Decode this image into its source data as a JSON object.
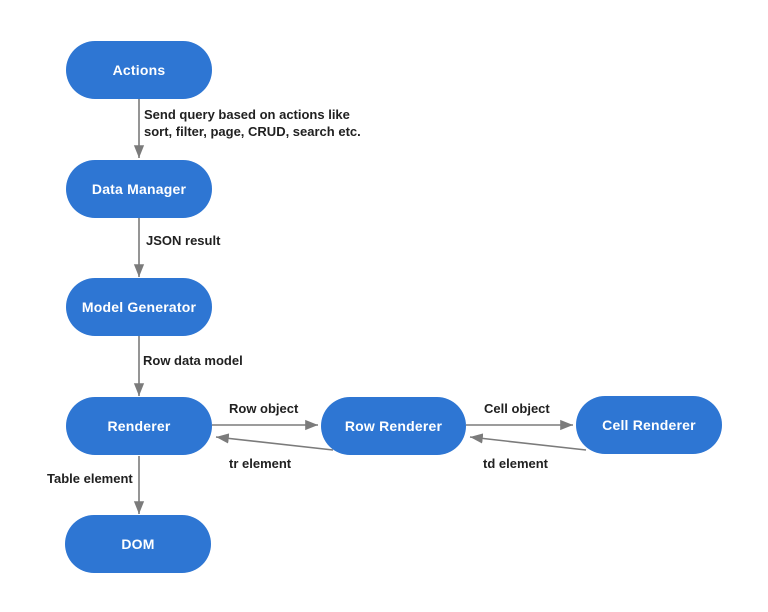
{
  "diagram": {
    "colors": {
      "node_fill": "#2e76d3",
      "node_text": "#ffffff",
      "arrow": "#7b7b7b",
      "label_text": "#212121",
      "background": "#ffffff"
    },
    "nodes": {
      "actions": {
        "label": "Actions"
      },
      "data_manager": {
        "label": "Data Manager"
      },
      "model_generator": {
        "label": "Model Generator"
      },
      "renderer": {
        "label": "Renderer"
      },
      "dom": {
        "label": "DOM"
      },
      "row_renderer": {
        "label": "Row Renderer"
      },
      "cell_renderer": {
        "label": "Cell Renderer"
      }
    },
    "edges": {
      "actions_to_data_manager": {
        "label_line1": "Send query based on actions like",
        "label_line2": "sort, filter, page, CRUD, search etc."
      },
      "data_manager_to_model_generator": {
        "label": "JSON result"
      },
      "model_generator_to_renderer": {
        "label": "Row data model"
      },
      "renderer_to_dom": {
        "label": "Table element"
      },
      "renderer_to_row_renderer": {
        "label": "Row object"
      },
      "row_renderer_to_renderer": {
        "label": "tr element"
      },
      "row_renderer_to_cell_renderer": {
        "label": "Cell object"
      },
      "cell_renderer_to_row_renderer": {
        "label": "td element"
      }
    }
  }
}
